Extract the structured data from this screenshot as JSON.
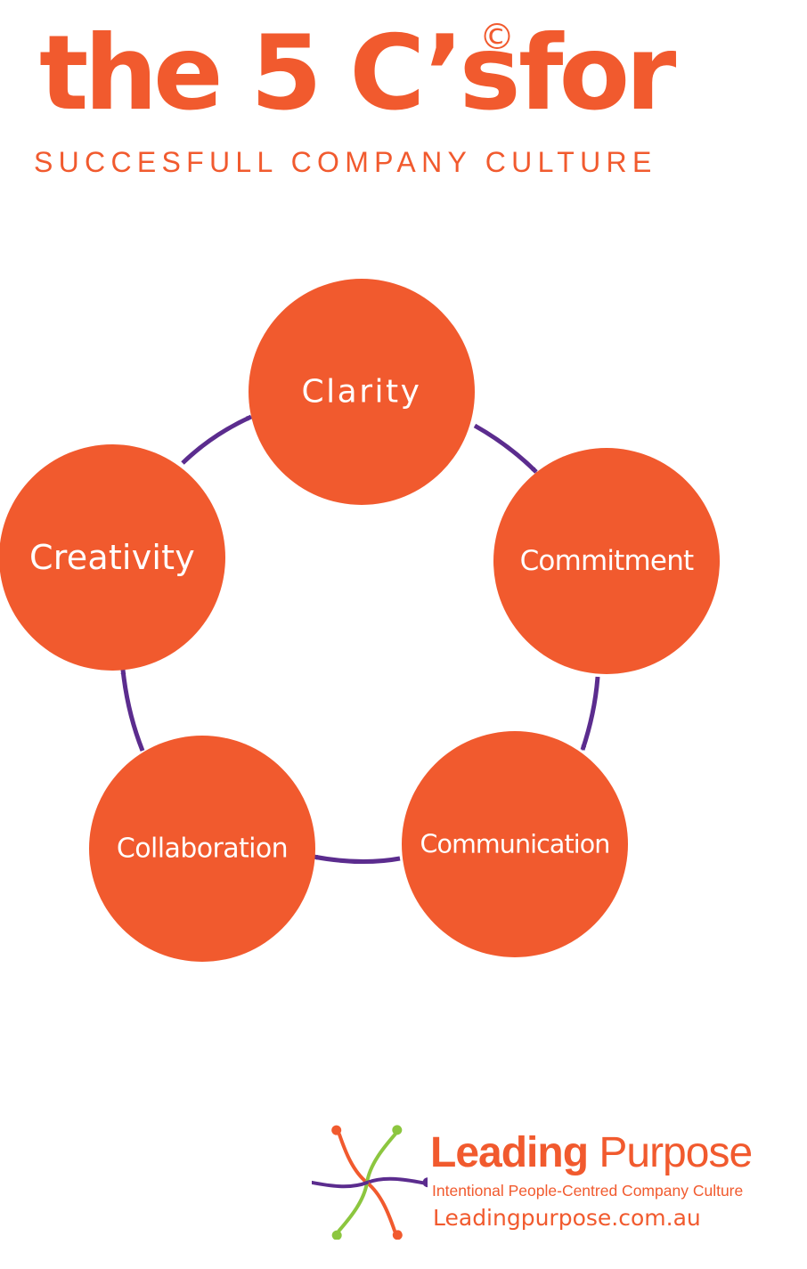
{
  "title": {
    "part1": "the 5 C’s",
    "copyright_symbol": "©",
    "part2": "for"
  },
  "subtitle": "SUCCESFULL COMPANY CULTURE",
  "diagram": {
    "nodes": [
      {
        "id": "clarity",
        "label": "Clarity"
      },
      {
        "id": "commitment",
        "label": "Commitment"
      },
      {
        "id": "communication",
        "label": "Communication"
      },
      {
        "id": "collaboration",
        "label": "Collaboration"
      },
      {
        "id": "creativity",
        "label": "Creativity"
      }
    ],
    "edges": [
      {
        "from": "clarity",
        "to": "commitment"
      },
      {
        "from": "commitment",
        "to": "communication"
      },
      {
        "from": "communication",
        "to": "collaboration"
      },
      {
        "from": "collaboration",
        "to": "creativity"
      },
      {
        "from": "creativity",
        "to": "clarity"
      }
    ]
  },
  "brand": {
    "name_bold": "Leading",
    "name_regular": "Purpose",
    "tagline": "Intentional People-Centred Company Culture",
    "url": "Leadingpurpose.com.au"
  },
  "colors": {
    "accent_orange": "#F15A2E",
    "arrow_purple": "#5B2C8E",
    "logo_green": "#8CC63F",
    "node_text": "#FFFFFF"
  }
}
